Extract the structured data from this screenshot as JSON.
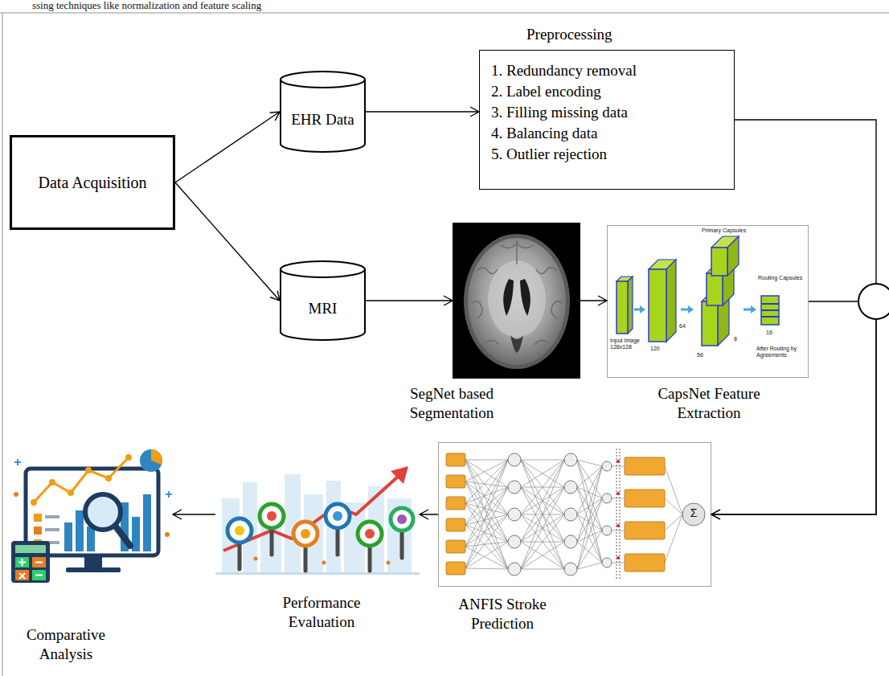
{
  "diagram": {
    "nodes": [
      {
        "text": [
          "Data Acquisition"
        ]
      },
      {
        "text": [
          "EHR Data"
        ]
      },
      {
        "text": [
          "Preprocessing",
          "1. Redundancy removal",
          "2. Label encoding",
          "3. Filling missing data",
          "4. Balancing data",
          "5. Outlier rejection"
        ]
      },
      {
        "text": [
          "MRI"
        ]
      },
      {
        "text": [
          "SegNet based Segmentation"
        ]
      },
      {
        "text": [
          "CapsNet Feature Extraction"
        ]
      },
      {
        "text": [
          "ANFIS Stroke Prediction"
        ]
      },
      {
        "text": [
          "Performance Evaluation"
        ]
      },
      {
        "text": [
          "Comparative Analysis"
        ]
      }
    ],
    "edges": [
      {
        "from": 0,
        "to": 1,
        "arrow": "to"
      },
      {
        "from": 0,
        "to": 3,
        "arrow": "to"
      },
      {
        "from": 1,
        "to": 2,
        "arrow": "to"
      },
      {
        "from": 3,
        "to": 4,
        "arrow": "to"
      },
      {
        "from": 4,
        "to": 5,
        "arrow": "to"
      },
      {
        "from": 2,
        "to": 6,
        "arrow": "to"
      },
      {
        "from": 5,
        "to": 6,
        "arrow": "to"
      },
      {
        "from": 6,
        "to": 7,
        "arrow": "to"
      },
      {
        "from": 7,
        "to": 8,
        "arrow": "to"
      }
    ],
    "labels": [
      "ssing techniques like normalization and feature scaling",
      "Primary Capsules",
      "Input Image 128x128",
      "120",
      "64",
      "56",
      "8",
      "Routing Capsules",
      "16",
      "After Routing by Agreements",
      "Σ"
    ]
  }
}
